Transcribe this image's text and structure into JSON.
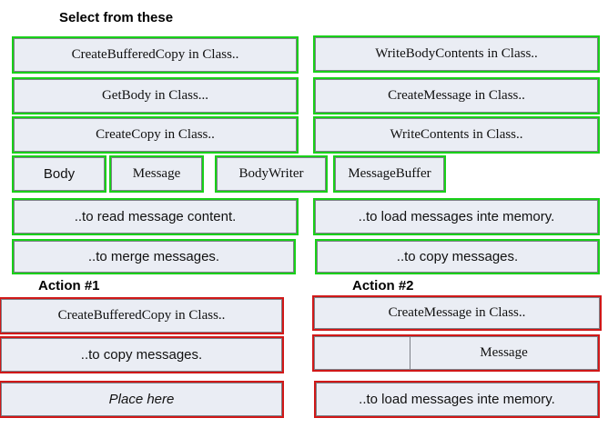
{
  "header": {
    "title": "Select  from these"
  },
  "options": {
    "create_buffered_copy": "CreateBufferedCopy in Class..",
    "write_body_contents": "WriteBodyContents in Class..",
    "get_body": "GetBody in Class...",
    "create_message": "CreateMessage in Class..",
    "create_copy": "CreateCopy in Class..",
    "write_contents": "WriteContents in Class..",
    "body": "Body",
    "message": "Message",
    "body_writer": "BodyWriter",
    "message_buffer": "MessageBuffer",
    "read_content": "..to read message content.",
    "load_memory": "..to load messages inte memory.",
    "merge": "..to merge messages.",
    "copy": "..to copy messages."
  },
  "actions": [
    {
      "label": "Action #1",
      "method": "CreateBufferedCopy in Class..",
      "class_slot": "..to copy messages.",
      "purpose": "Place here"
    },
    {
      "label": "Action #2",
      "method": "CreateMessage in Class..",
      "class_slot": "Message",
      "purpose": "..to load messages inte memory."
    }
  ]
}
